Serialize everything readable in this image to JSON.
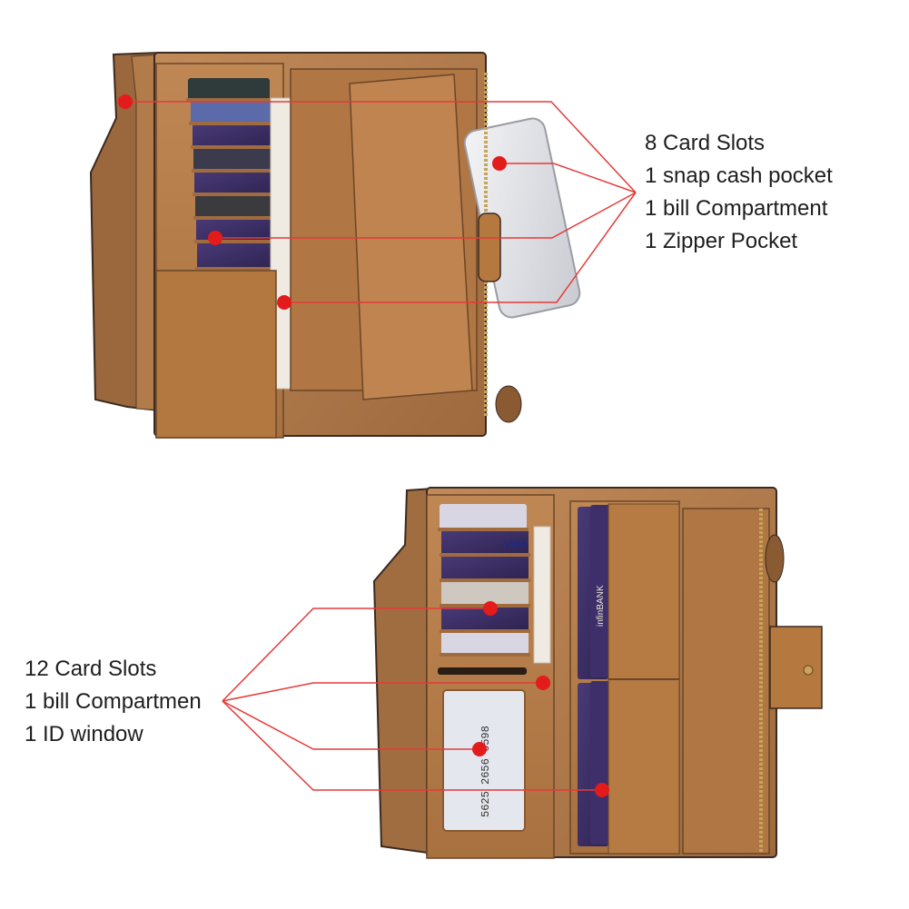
{
  "colors": {
    "leather": "#b07a4b",
    "leather_dark": "#8a5a33",
    "leather_light": "#c8956a",
    "edge": "#3a2a20",
    "callout_line": "#e53a3a",
    "callout_dot": "#e31b1b",
    "text": "#1e1e1e",
    "background": "#ffffff"
  },
  "top_wallet": {
    "features": [
      "8 Card Slots",
      "1 snap cash pocket",
      "1 bill Compartment",
      "1 Zipper Pocket"
    ]
  },
  "bottom_wallet": {
    "features": [
      "12 Card Slots",
      "1 bill Compartmen",
      "1 ID window"
    ],
    "card_text": {
      "visa": "VISA",
      "bank": "infinBANK",
      "id_card_number": "5625 2656 6598"
    }
  }
}
